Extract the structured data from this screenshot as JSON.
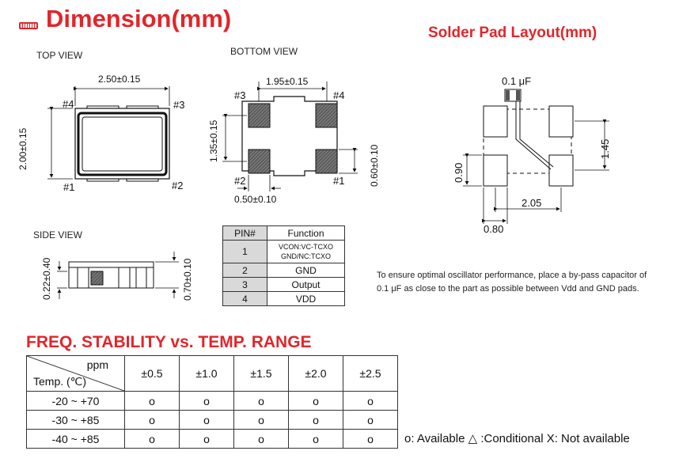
{
  "header": {
    "title": "Dimension(mm)",
    "solder_title": "Solder Pad Layout(mm)",
    "freq_title": "FREQ. STABILITY vs. TEMP. RANGE"
  },
  "views": {
    "top": {
      "label": "TOP VIEW",
      "width": "2.50±0.15",
      "height": "2.00±0.15",
      "pins": [
        "#4",
        "#3",
        "#1",
        "#2"
      ]
    },
    "bottom": {
      "label": "BOTTOM VIEW",
      "width": "1.95±0.15",
      "height": "1.35±0.15",
      "pad": "0.50±0.10",
      "pad_h": "0.60±0.10",
      "pins": [
        "#3",
        "#4",
        "#2",
        "#1"
      ]
    },
    "side": {
      "label": "SIDE VIEW",
      "height_left": "0.22±0.40",
      "height_right": "0.70±0.10"
    }
  },
  "pin_table": {
    "headers": [
      "PIN#",
      "Function"
    ],
    "rows": [
      {
        "pin": "1",
        "func1": "VCON:VC-TCXO",
        "func2": "GND/NC:TCXO"
      },
      {
        "pin": "2",
        "func1": "GND"
      },
      {
        "pin": "3",
        "func1": "Output"
      },
      {
        "pin": "4",
        "func1": "VDD"
      }
    ]
  },
  "solder": {
    "cap": "0.1 μF",
    "dim_145": "1.45",
    "dim_090": "0.90",
    "dim_205": "2.05",
    "dim_080": "0.80",
    "note1": "To ensure optimal oscillator performance, place a by-pass capacitor of",
    "note2": "0.1 μF as close to the part as possible between Vdd and GND pads."
  },
  "freq_table": {
    "corner_top": "ppm",
    "corner_bottom": "Temp. (℃)",
    "columns": [
      "±0.5",
      "±1.0",
      "±1.5",
      "±2.0",
      "±2.5"
    ],
    "rows": [
      {
        "range": "-20 ~ +70",
        "cells": [
          "o",
          "o",
          "o",
          "o",
          "o"
        ]
      },
      {
        "range": "-30 ~ +85",
        "cells": [
          "o",
          "o",
          "o",
          "o",
          "o"
        ]
      },
      {
        "range": "-40 ~ +85",
        "cells": [
          "o",
          "o",
          "o",
          "o",
          "o"
        ]
      }
    ]
  },
  "legend": "o: Available  △ :Conditional  X: Not available",
  "colors": {
    "accent": "#e0262b"
  }
}
